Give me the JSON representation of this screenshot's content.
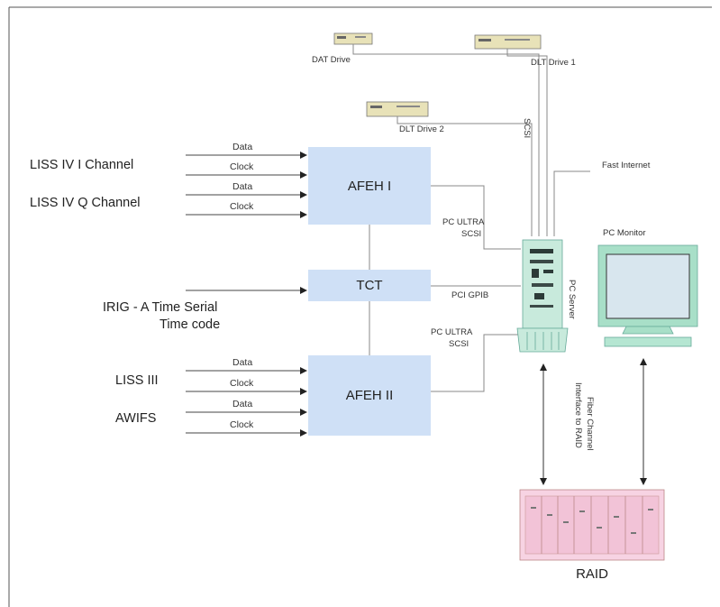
{
  "sources": {
    "liss4_i": "LISS IV  I Channel",
    "liss4_q": "LISS IV  Q Channel",
    "irig_line1": "IRIG - A  Time Serial",
    "irig_line2": "Time code",
    "liss3": "LISS III",
    "awifs": "AWIFS"
  },
  "signals": {
    "data": "Data",
    "clock": "Clock"
  },
  "blocks": {
    "afeh1": "AFEH I",
    "tct": "TCT",
    "afeh2": "AFEH II"
  },
  "links": {
    "pc_ultra_1_line1": "PC ULTRA",
    "pc_ultra_1_line2": "SCSI",
    "pci_gpib": "PCI GPIB",
    "pc_ultra_2_line1": "PC ULTRA",
    "pc_ultra_2_line2": "SCSI",
    "scsi": "SCSI",
    "fast_internet": "Fast Internet",
    "fibre_line1": "Fiber Channel",
    "fibre_line2": "Interface to RAID"
  },
  "devices": {
    "dat_drive": "DAT Drive",
    "dlt_drive_1": "DLT Drive 1",
    "dlt_drive_2": "DLT Drive 2",
    "pc_server": "PC Server",
    "pc_monitor": "PC Monitor",
    "raid": "RAID"
  },
  "colors": {
    "block_fill": "#cfe0f6",
    "server_fill": "#c8eadc",
    "monitor_screen": "#d8e6ee",
    "monitor_frame": "#a8dfc8",
    "raid_fill": "#f7d3e3",
    "drive_fill": "#e8e2b8"
  }
}
